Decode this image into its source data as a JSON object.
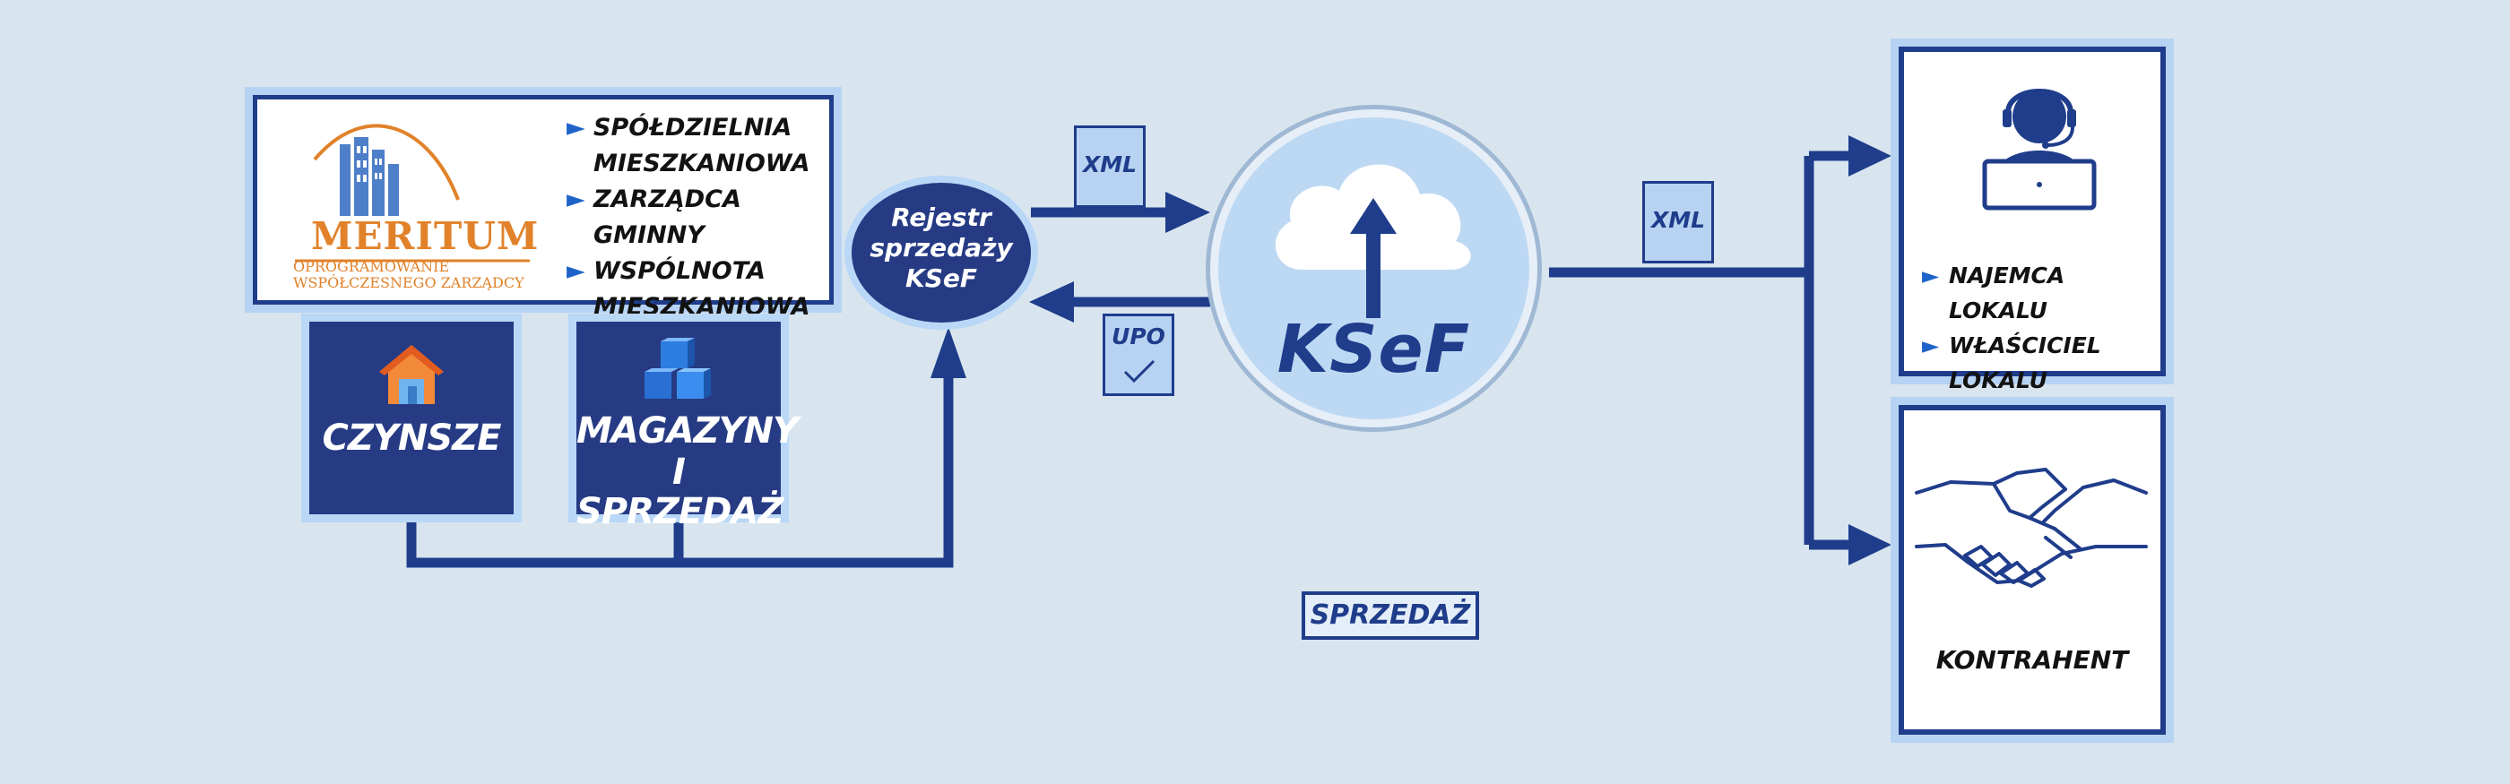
{
  "meritum": {
    "logo_name": "MERITUM",
    "logo_tagline_1": "OPROGRAMOWANIE",
    "logo_tagline_2": "WSPÓŁCZESNEGO ZARZĄDCY",
    "items": [
      "SPÓŁDZIELNIA",
      "MIESZKANIOWA",
      "ZARZĄDCA GMINNY",
      "WSPÓLNOTA",
      "MIESZKANIOWA"
    ]
  },
  "modules": {
    "czynsze": "CZYNSZE",
    "magazyny_line1": "MAGAZYNY",
    "magazyny_line2": "I SPRZEDAŻ"
  },
  "register": {
    "line1": "Rejestr",
    "line2": "sprzedaży",
    "line3": "KSeF"
  },
  "docs": {
    "xml_in": "XML",
    "upo": "UPO",
    "xml_out": "XML"
  },
  "ksef": {
    "title": "KSeF"
  },
  "clients": {
    "najemca_items": [
      "NAJEMCA LOKALU",
      "WŁAŚCICIEL",
      "LOKALU"
    ],
    "kontrahent": "KONTRAHENT"
  },
  "footer_label": "SPRZEDAŻ",
  "colors": {
    "background": "#d8e5ef",
    "navy": "#263b84",
    "line_blue": "#1f3d8b",
    "light_blue": "#b9d7f6",
    "orange": "#e1822a",
    "bullet": "#1e63c9"
  },
  "icons": [
    "house-icon",
    "cubes-icon",
    "cloud-upload-icon",
    "checkmark-icon",
    "support-agent-icon",
    "handshake-icon"
  ]
}
